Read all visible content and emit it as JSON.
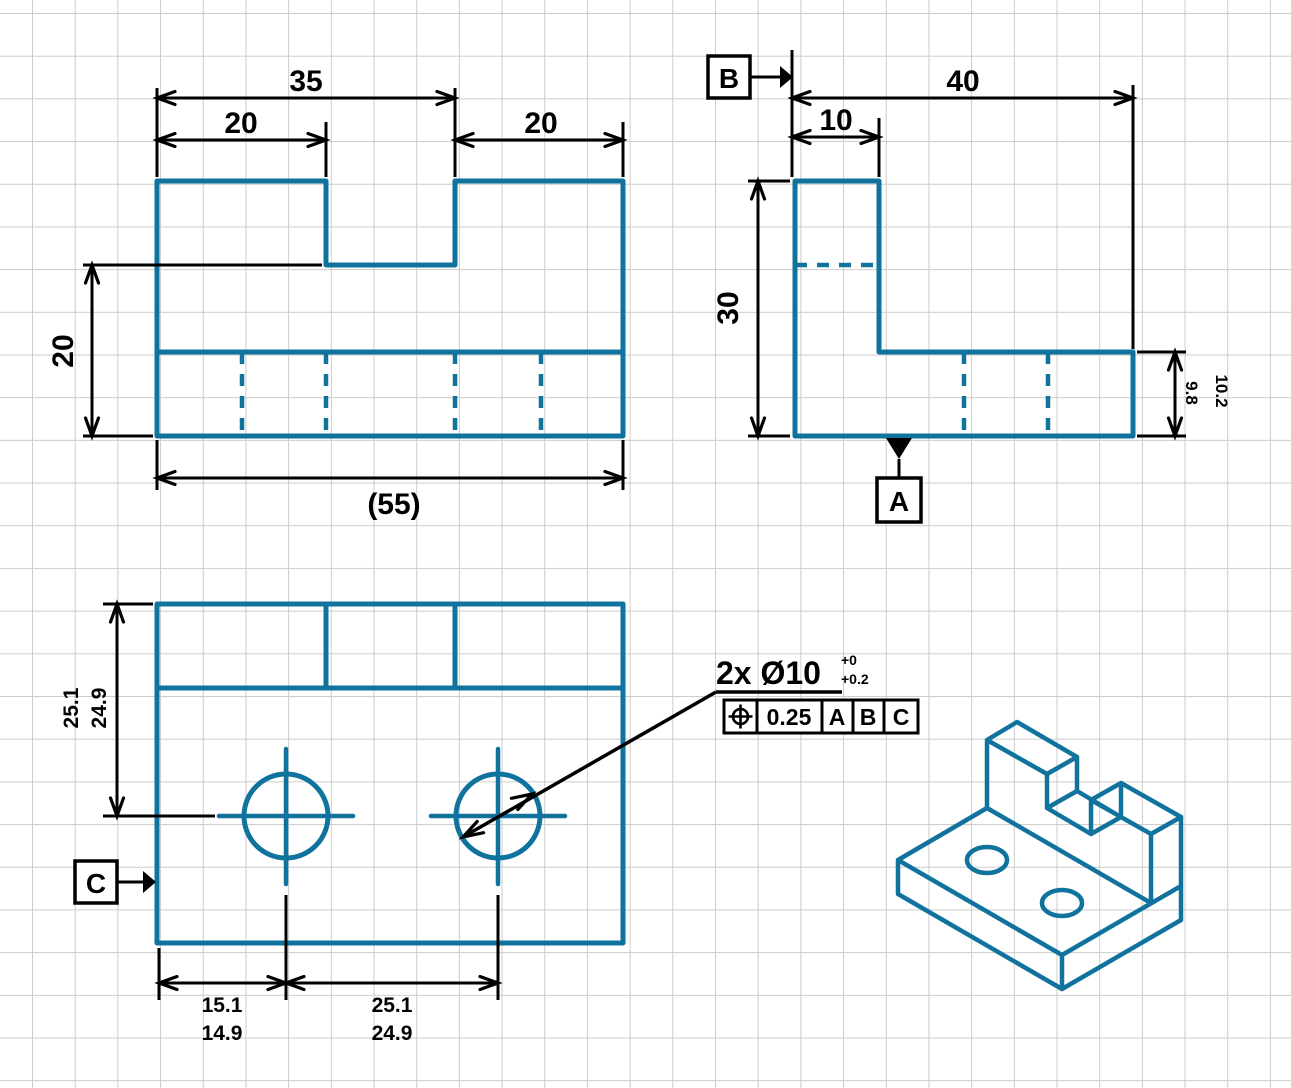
{
  "colors": {
    "part_line": "#10739e",
    "annotation": "#000000",
    "grid_line": "#cccccc",
    "background": "#ffffff"
  },
  "front_view": {
    "dim_top_width": "35",
    "dim_top_left": "20",
    "dim_top_right": "20",
    "dim_height_to_step": "20",
    "dim_overall_ref": "(55)"
  },
  "side_view": {
    "dim_depth": "40",
    "dim_wall": "10",
    "dim_height": "30",
    "dim_base_upper": "10.2",
    "dim_base_lower": "9.8",
    "datum_b": "B",
    "datum_a": "A"
  },
  "top_view": {
    "dim_offset_upper": "25.1",
    "dim_offset_lower": "24.9",
    "dim_x1_upper": "15.1",
    "dim_x1_lower": "14.9",
    "dim_pitch_upper": "25.1",
    "dim_pitch_lower": "24.9",
    "datum_c": "C"
  },
  "callout": {
    "label": "2x Ø10",
    "tol_upper": "+0",
    "tol_lower": "+0.2"
  },
  "fcf": {
    "symbol": "position",
    "tolerance": "0.25",
    "datum_1": "A",
    "datum_2": "B",
    "datum_3": "C"
  }
}
